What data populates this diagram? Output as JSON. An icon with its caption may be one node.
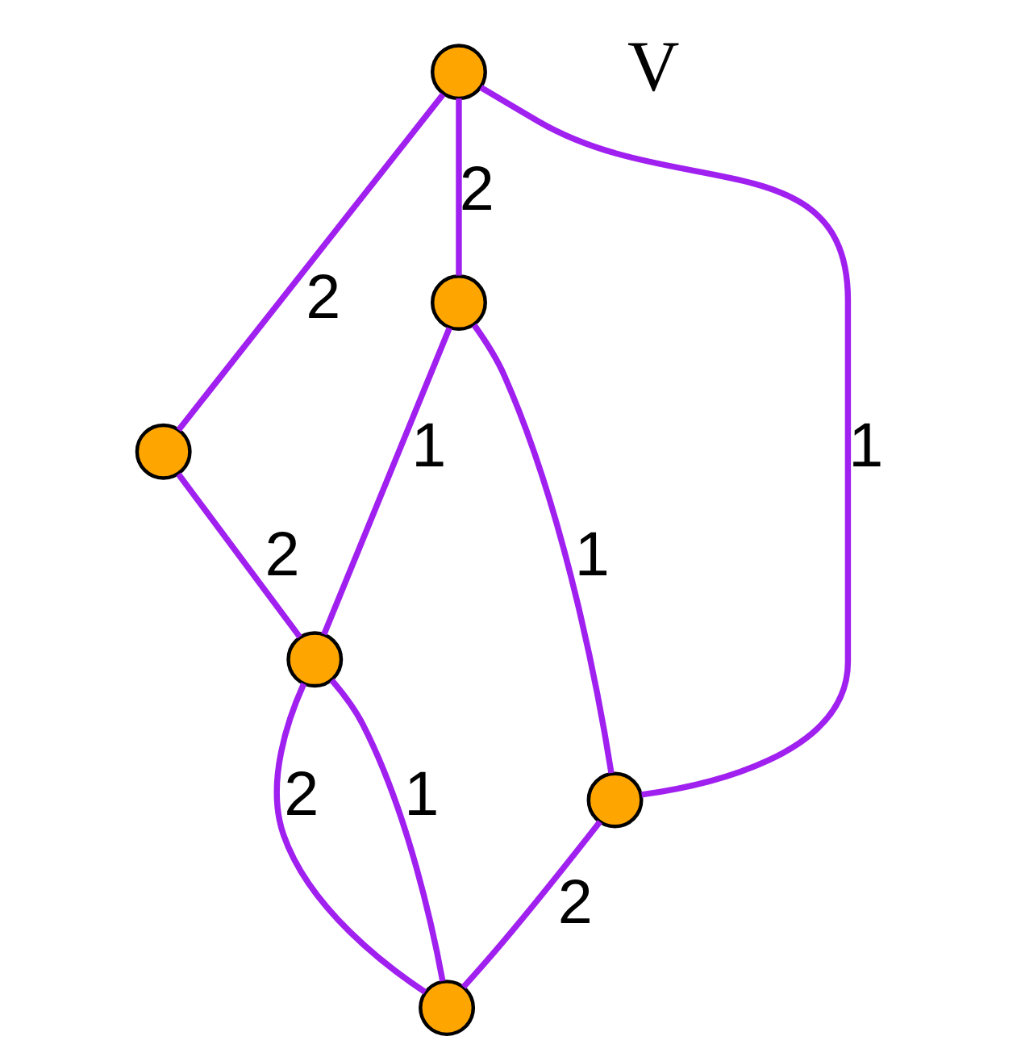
{
  "diagram": {
    "nodes": [
      {
        "text": [],
        "shape": "circle"
      },
      {
        "text": [],
        "shape": "circle"
      },
      {
        "text": [],
        "shape": "circle"
      },
      {
        "text": [],
        "shape": "circle"
      },
      {
        "text": [],
        "shape": "circle"
      },
      {
        "text": [],
        "shape": "circle"
      }
    ],
    "edges": [
      {
        "from": 0,
        "to": 2,
        "arrow": "none",
        "label": "2"
      },
      {
        "from": 0,
        "to": 1,
        "arrow": "none",
        "label": "2"
      },
      {
        "from": 0,
        "to": 4,
        "arrow": "none",
        "label": "1"
      },
      {
        "from": 1,
        "to": 3,
        "arrow": "none",
        "label": "1"
      },
      {
        "from": 1,
        "to": 4,
        "arrow": "none",
        "label": "1"
      },
      {
        "from": 2,
        "to": 3,
        "arrow": "none",
        "label": "2"
      },
      {
        "from": 3,
        "to": 5,
        "arrow": "none",
        "label": "2"
      },
      {
        "from": 3,
        "to": 5,
        "arrow": "none",
        "label": "1"
      },
      {
        "from": 4,
        "to": 5,
        "arrow": "none",
        "label": "2"
      }
    ],
    "labels": [
      "V"
    ]
  }
}
